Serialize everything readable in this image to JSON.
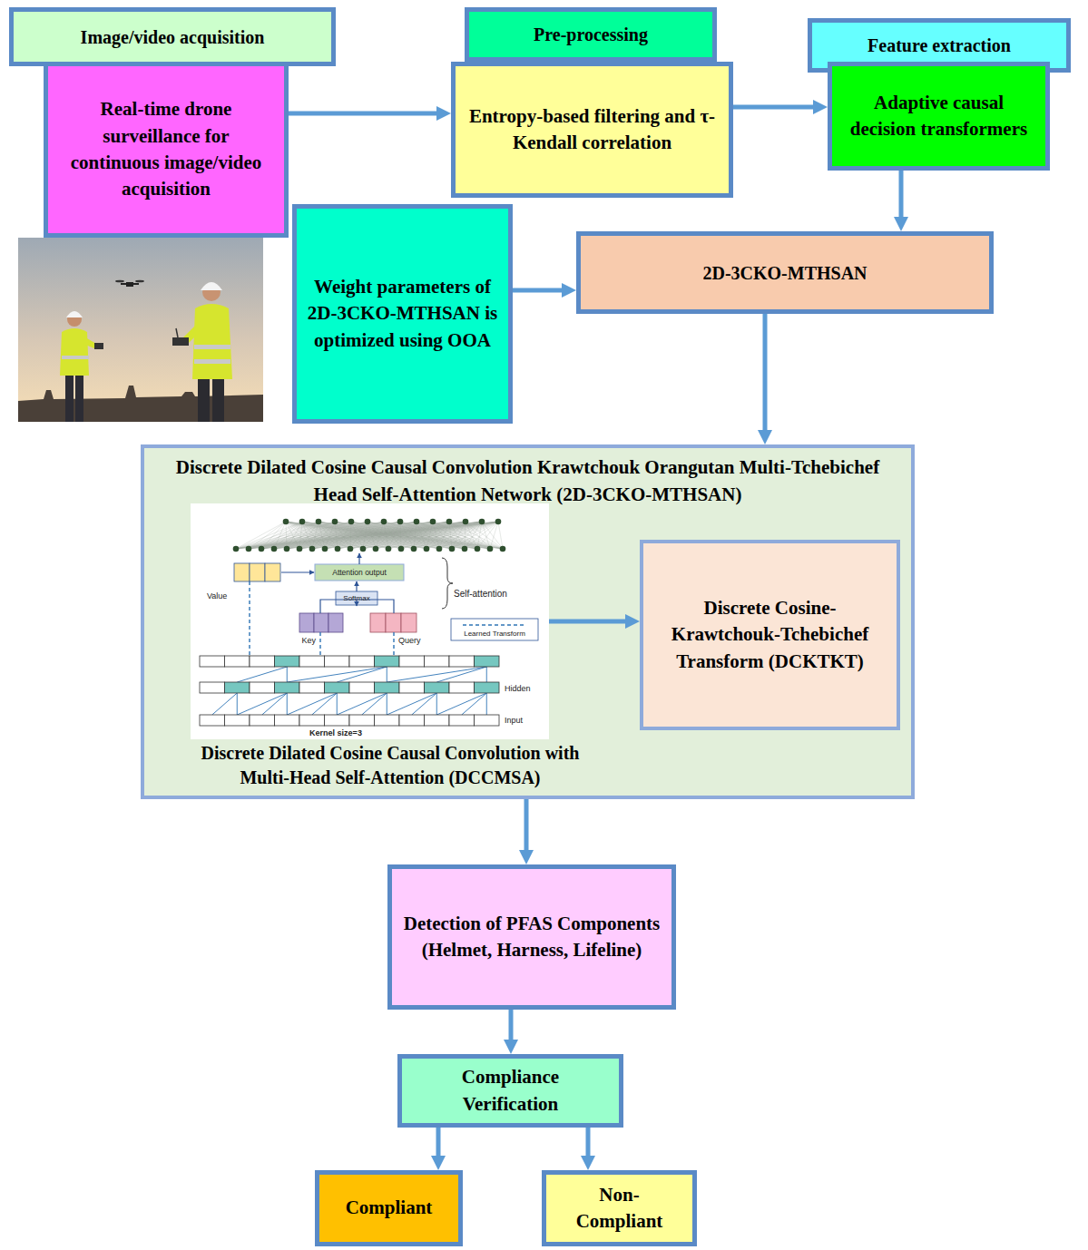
{
  "diagram": {
    "nodes": [
      {
        "text": [
          "Image/video acquisition"
        ]
      },
      {
        "text": [
          "Real-time drone surveillance for continuous image/video acquisition"
        ]
      },
      {
        "text": [
          "Pre-processing"
        ]
      },
      {
        "text": [
          "Entropy-based filtering and τ-Kendall correlation"
        ]
      },
      {
        "text": [
          "Feature extraction"
        ]
      },
      {
        "text": [
          "Adaptive causal decision transformers"
        ]
      },
      {
        "text": [
          "Weight parameters of 2D-3CKO-MTHSAN is optimized using OOA"
        ]
      },
      {
        "text": [
          "2D-3CKO-MTHSAN"
        ]
      },
      {
        "text": [
          "Discrete Dilated Cosine Causal Convolution Krawtchouk Orangutan Multi-Tchebichef Head Self-Attention Network (2D-3CKO-MTHSAN)"
        ]
      },
      {
        "text": [
          "Discrete Dilated Cosine Causal Convolution with Multi-Head Self-Attention (DCCMSA)"
        ],
        "in": 8
      },
      {
        "text": [
          "Discrete Cosine-Krawtchouk-Tchebichef Transform (DCKTKT)"
        ],
        "in": 8
      },
      {
        "text": [
          "Detection of PFAS Components",
          "(Helmet, Harness, Lifeline)"
        ]
      },
      {
        "text": [
          "Compliance Verification"
        ]
      },
      {
        "text": [
          "Compliant"
        ]
      },
      {
        "text": [
          "Non-Compliant"
        ]
      }
    ],
    "edges": [
      {
        "from": 1,
        "to": 3,
        "arrow": "to"
      },
      {
        "from": 3,
        "to": 5,
        "arrow": "to"
      },
      {
        "from": 5,
        "to": 7,
        "arrow": "to"
      },
      {
        "from": 6,
        "to": 7,
        "arrow": "to"
      },
      {
        "from": 7,
        "to": 8,
        "arrow": "to"
      },
      {
        "from": 9,
        "to": 10,
        "arrow": "to"
      },
      {
        "from": 8,
        "to": 11,
        "arrow": "to"
      },
      {
        "from": 11,
        "to": 12,
        "arrow": "to"
      },
      {
        "from": 12,
        "to": 13,
        "arrow": "to"
      },
      {
        "from": 12,
        "to": 14,
        "arrow": "to"
      }
    ],
    "labels": [
      "Attention output",
      "Softmax",
      "Value",
      "Self-attention",
      "Key",
      "Query",
      "Learned Transform",
      "Hidden",
      "Input",
      "Kernel size=3"
    ]
  }
}
